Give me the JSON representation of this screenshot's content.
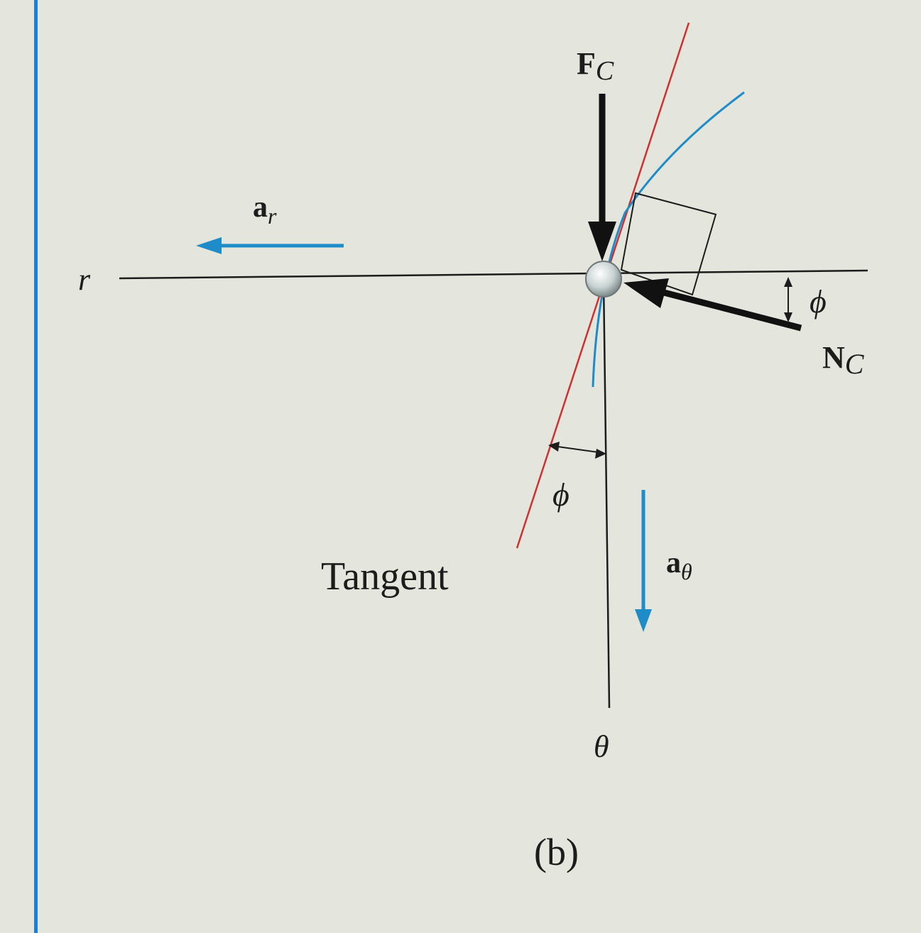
{
  "labels": {
    "force_c": {
      "main": "F",
      "sub": "C"
    },
    "normal_c": {
      "main": "N",
      "sub": "C"
    },
    "accel_r": {
      "main": "a",
      "sub": "r"
    },
    "accel_theta": {
      "main": "a",
      "sub": "θ"
    },
    "axis_r": "r",
    "axis_theta": "θ",
    "angle_phi_right": "ϕ",
    "angle_phi_bottom": "ϕ",
    "tangent": "Tangent",
    "caption": "(b)"
  },
  "colors": {
    "background": "#e4e5dc",
    "margin_bar": "#1a7fd6",
    "line": "#1c1c1c",
    "tangent_line": "#d03030",
    "blue_curve": "#1d8cc8",
    "accel_arrow": "#1d8cc8",
    "force_arrow": "#111111",
    "particle": "#c8d2d2"
  }
}
